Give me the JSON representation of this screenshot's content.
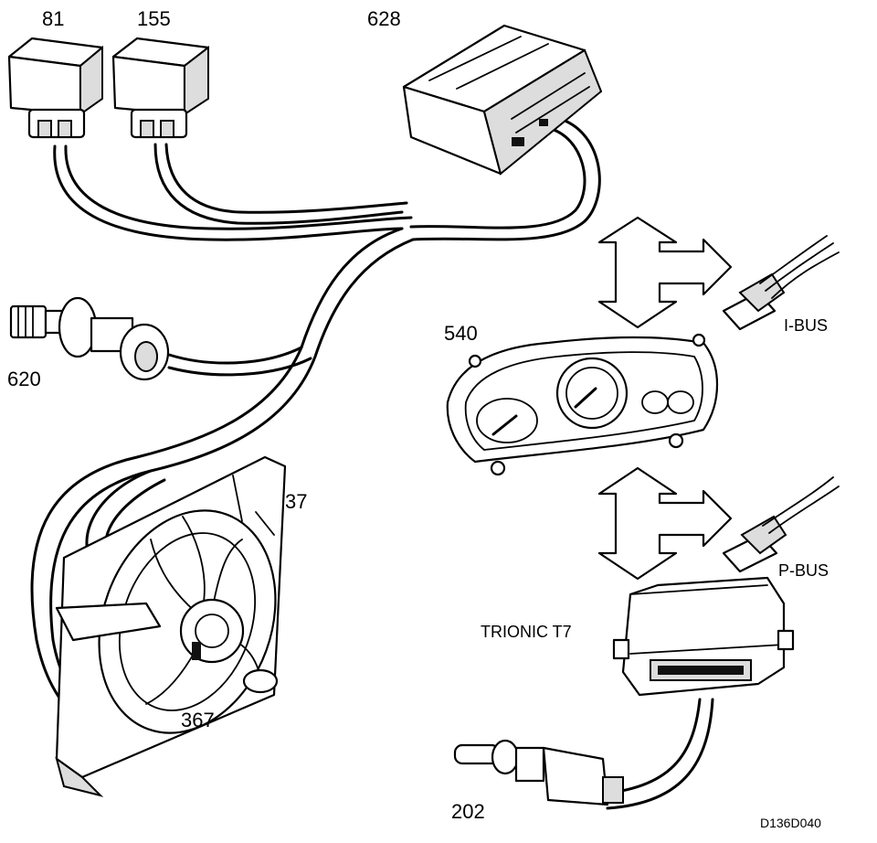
{
  "components": {
    "relay_81": {
      "label": "81"
    },
    "relay_155": {
      "label": "155"
    },
    "control_module_628": {
      "label": "628"
    },
    "sensor_620": {
      "label": "620"
    },
    "instrument_cluster_540": {
      "label": "540"
    },
    "cooling_fan_37": {
      "label": "37"
    },
    "fan_motor_367": {
      "label": "367"
    },
    "ecu_trionic": {
      "label": "TRIONIC T7"
    },
    "temp_sensor_202": {
      "label": "202"
    }
  },
  "buses": {
    "i_bus": {
      "label": "I-BUS"
    },
    "p_bus": {
      "label": "P-BUS"
    }
  },
  "drawing_code": {
    "label": "D136D040"
  }
}
